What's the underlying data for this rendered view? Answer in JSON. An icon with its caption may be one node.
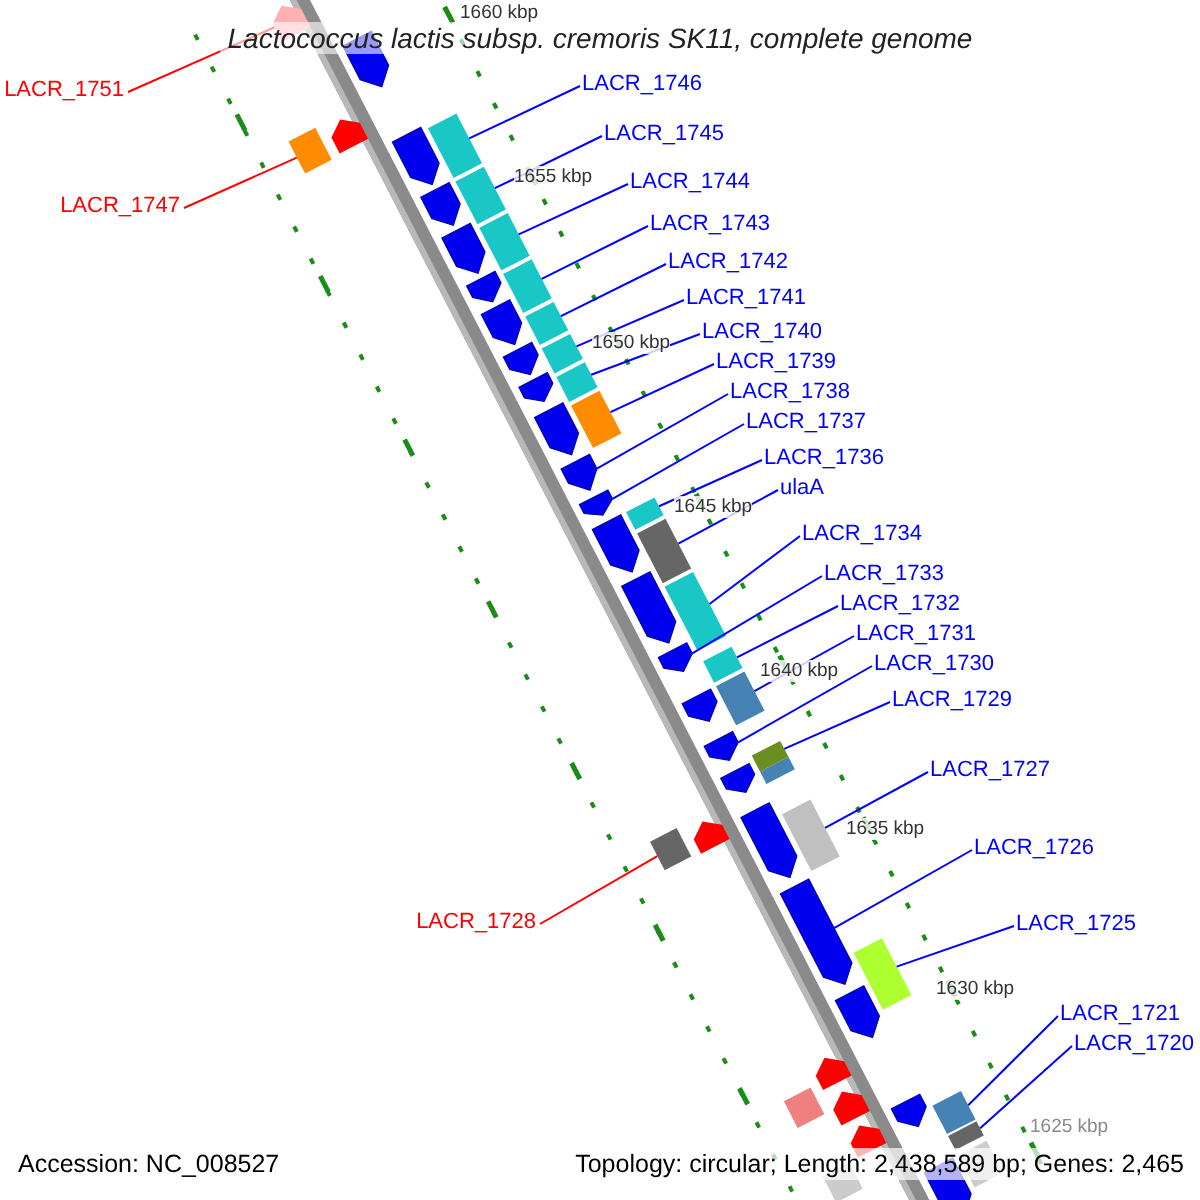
{
  "diagram": {
    "title": "Lactococcus lactis subsp. cremoris SK11, complete genome",
    "nodes": [
      {
        "text": [
          "LACR_1746"
        ]
      },
      {
        "text": [
          "LACR_1751"
        ]
      },
      {
        "text": [
          "LACR_1745"
        ]
      },
      {
        "text": [
          "LACR_1744"
        ]
      },
      {
        "text": [
          "LACR_1747"
        ]
      },
      {
        "text": [
          "LACR_1743"
        ]
      },
      {
        "text": [
          "LACR_1742"
        ]
      },
      {
        "text": [
          "LACR_1741"
        ]
      },
      {
        "text": [
          "LACR_1740"
        ]
      },
      {
        "text": [
          "LACR_1739"
        ]
      },
      {
        "text": [
          "LACR_1738"
        ]
      },
      {
        "text": [
          "LACR_1737"
        ]
      },
      {
        "text": [
          "LACR_1736"
        ]
      },
      {
        "text": [
          "ulaA"
        ]
      },
      {
        "text": [
          "LACR_1734"
        ]
      },
      {
        "text": [
          "LACR_1733"
        ]
      },
      {
        "text": [
          "LACR_1732"
        ]
      },
      {
        "text": [
          "LACR_1731"
        ]
      },
      {
        "text": [
          "LACR_1730"
        ]
      },
      {
        "text": [
          "LACR_1729"
        ]
      },
      {
        "text": [
          "LACR_1727"
        ]
      },
      {
        "text": [
          "LACR_1726"
        ]
      },
      {
        "text": [
          "LACR_1728"
        ]
      },
      {
        "text": [
          "LACR_1725"
        ]
      },
      {
        "text": [
          "LACR_1721"
        ]
      },
      {
        "text": [
          "LACR_1720"
        ]
      },
      {
        "text": [],
        "shape": "box"
      },
      {
        "text": [],
        "shape": "pentagon"
      },
      {
        "text": [],
        "shape": "box"
      },
      {
        "text": [],
        "shape": "box"
      },
      {
        "text": [],
        "shape": "box"
      },
      {
        "text": [],
        "shape": "box"
      },
      {
        "text": [],
        "shape": "box"
      },
      {
        "text": [],
        "shape": "box"
      },
      {
        "text": [],
        "shape": "box"
      },
      {
        "text": [],
        "shape": "box"
      },
      {
        "text": [],
        "shape": "pentagon"
      },
      {
        "text": [],
        "shape": "pentagon"
      },
      {
        "text": [],
        "shape": "box"
      },
      {
        "text": [],
        "shape": "box"
      },
      {
        "text": [],
        "shape": "box"
      },
      {
        "text": [],
        "shape": "pentagon"
      },
      {
        "text": [],
        "shape": "box"
      },
      {
        "text": [],
        "shape": "box"
      },
      {
        "text": [],
        "shape": "pentagon"
      },
      {
        "text": [],
        "shape": "box"
      },
      {
        "text": [],
        "shape": "box"
      },
      {
        "text": [],
        "shape": "pentagon"
      },
      {
        "text": [],
        "shape": "box"
      },
      {
        "text": [],
        "shape": "box"
      },
      {
        "text": [],
        "shape": "box"
      },
      {
        "text": [],
        "shape": "box"
      }
    ],
    "edges": [
      {
        "from": 0,
        "to": 26,
        "arrow": "none"
      },
      {
        "from": 1,
        "to": 27,
        "arrow": "none",
        "color": "#ff0000"
      },
      {
        "from": 2,
        "to": 28,
        "arrow": "none"
      },
      {
        "from": 3,
        "to": 29,
        "arrow": "none"
      },
      {
        "from": 4,
        "to": 30,
        "arrow": "none",
        "color": "#ff0000"
      },
      {
        "from": 5,
        "to": 31,
        "arrow": "none"
      },
      {
        "from": 6,
        "to": 32,
        "arrow": "none"
      },
      {
        "from": 7,
        "to": 33,
        "arrow": "none"
      },
      {
        "from": 8,
        "to": 34,
        "arrow": "none"
      },
      {
        "from": 9,
        "to": 35,
        "arrow": "none"
      },
      {
        "from": 10,
        "to": 36,
        "arrow": "none"
      },
      {
        "from": 11,
        "to": 37,
        "arrow": "none"
      },
      {
        "from": 12,
        "to": 38,
        "arrow": "none"
      },
      {
        "from": 13,
        "to": 39,
        "arrow": "none"
      },
      {
        "from": 14,
        "to": 40,
        "arrow": "none"
      },
      {
        "from": 15,
        "to": 41,
        "arrow": "none"
      },
      {
        "from": 16,
        "to": 42,
        "arrow": "none"
      },
      {
        "from": 17,
        "to": 43,
        "arrow": "none"
      },
      {
        "from": 18,
        "to": 44,
        "arrow": "none"
      },
      {
        "from": 19,
        "to": 45,
        "arrow": "none"
      },
      {
        "from": 20,
        "to": 46,
        "arrow": "none"
      },
      {
        "from": 21,
        "to": 47,
        "arrow": "none"
      },
      {
        "from": 22,
        "to": 48,
        "arrow": "none",
        "color": "#ff0000"
      },
      {
        "from": 23,
        "to": 49,
        "arrow": "none"
      },
      {
        "from": 24,
        "to": 50,
        "arrow": "none"
      },
      {
        "from": 25,
        "to": 51,
        "arrow": "none"
      }
    ],
    "labels": [
      "1660 kbp",
      "1655 kbp",
      "1650 kbp",
      "1645 kbp",
      "1640 kbp",
      "1635 kbp",
      "1630 kbp",
      "1625 kbp",
      "Accession: NC_008527",
      "Topology: circular; Length: 2,438,589 bp; Genes: 2,465"
    ]
  }
}
